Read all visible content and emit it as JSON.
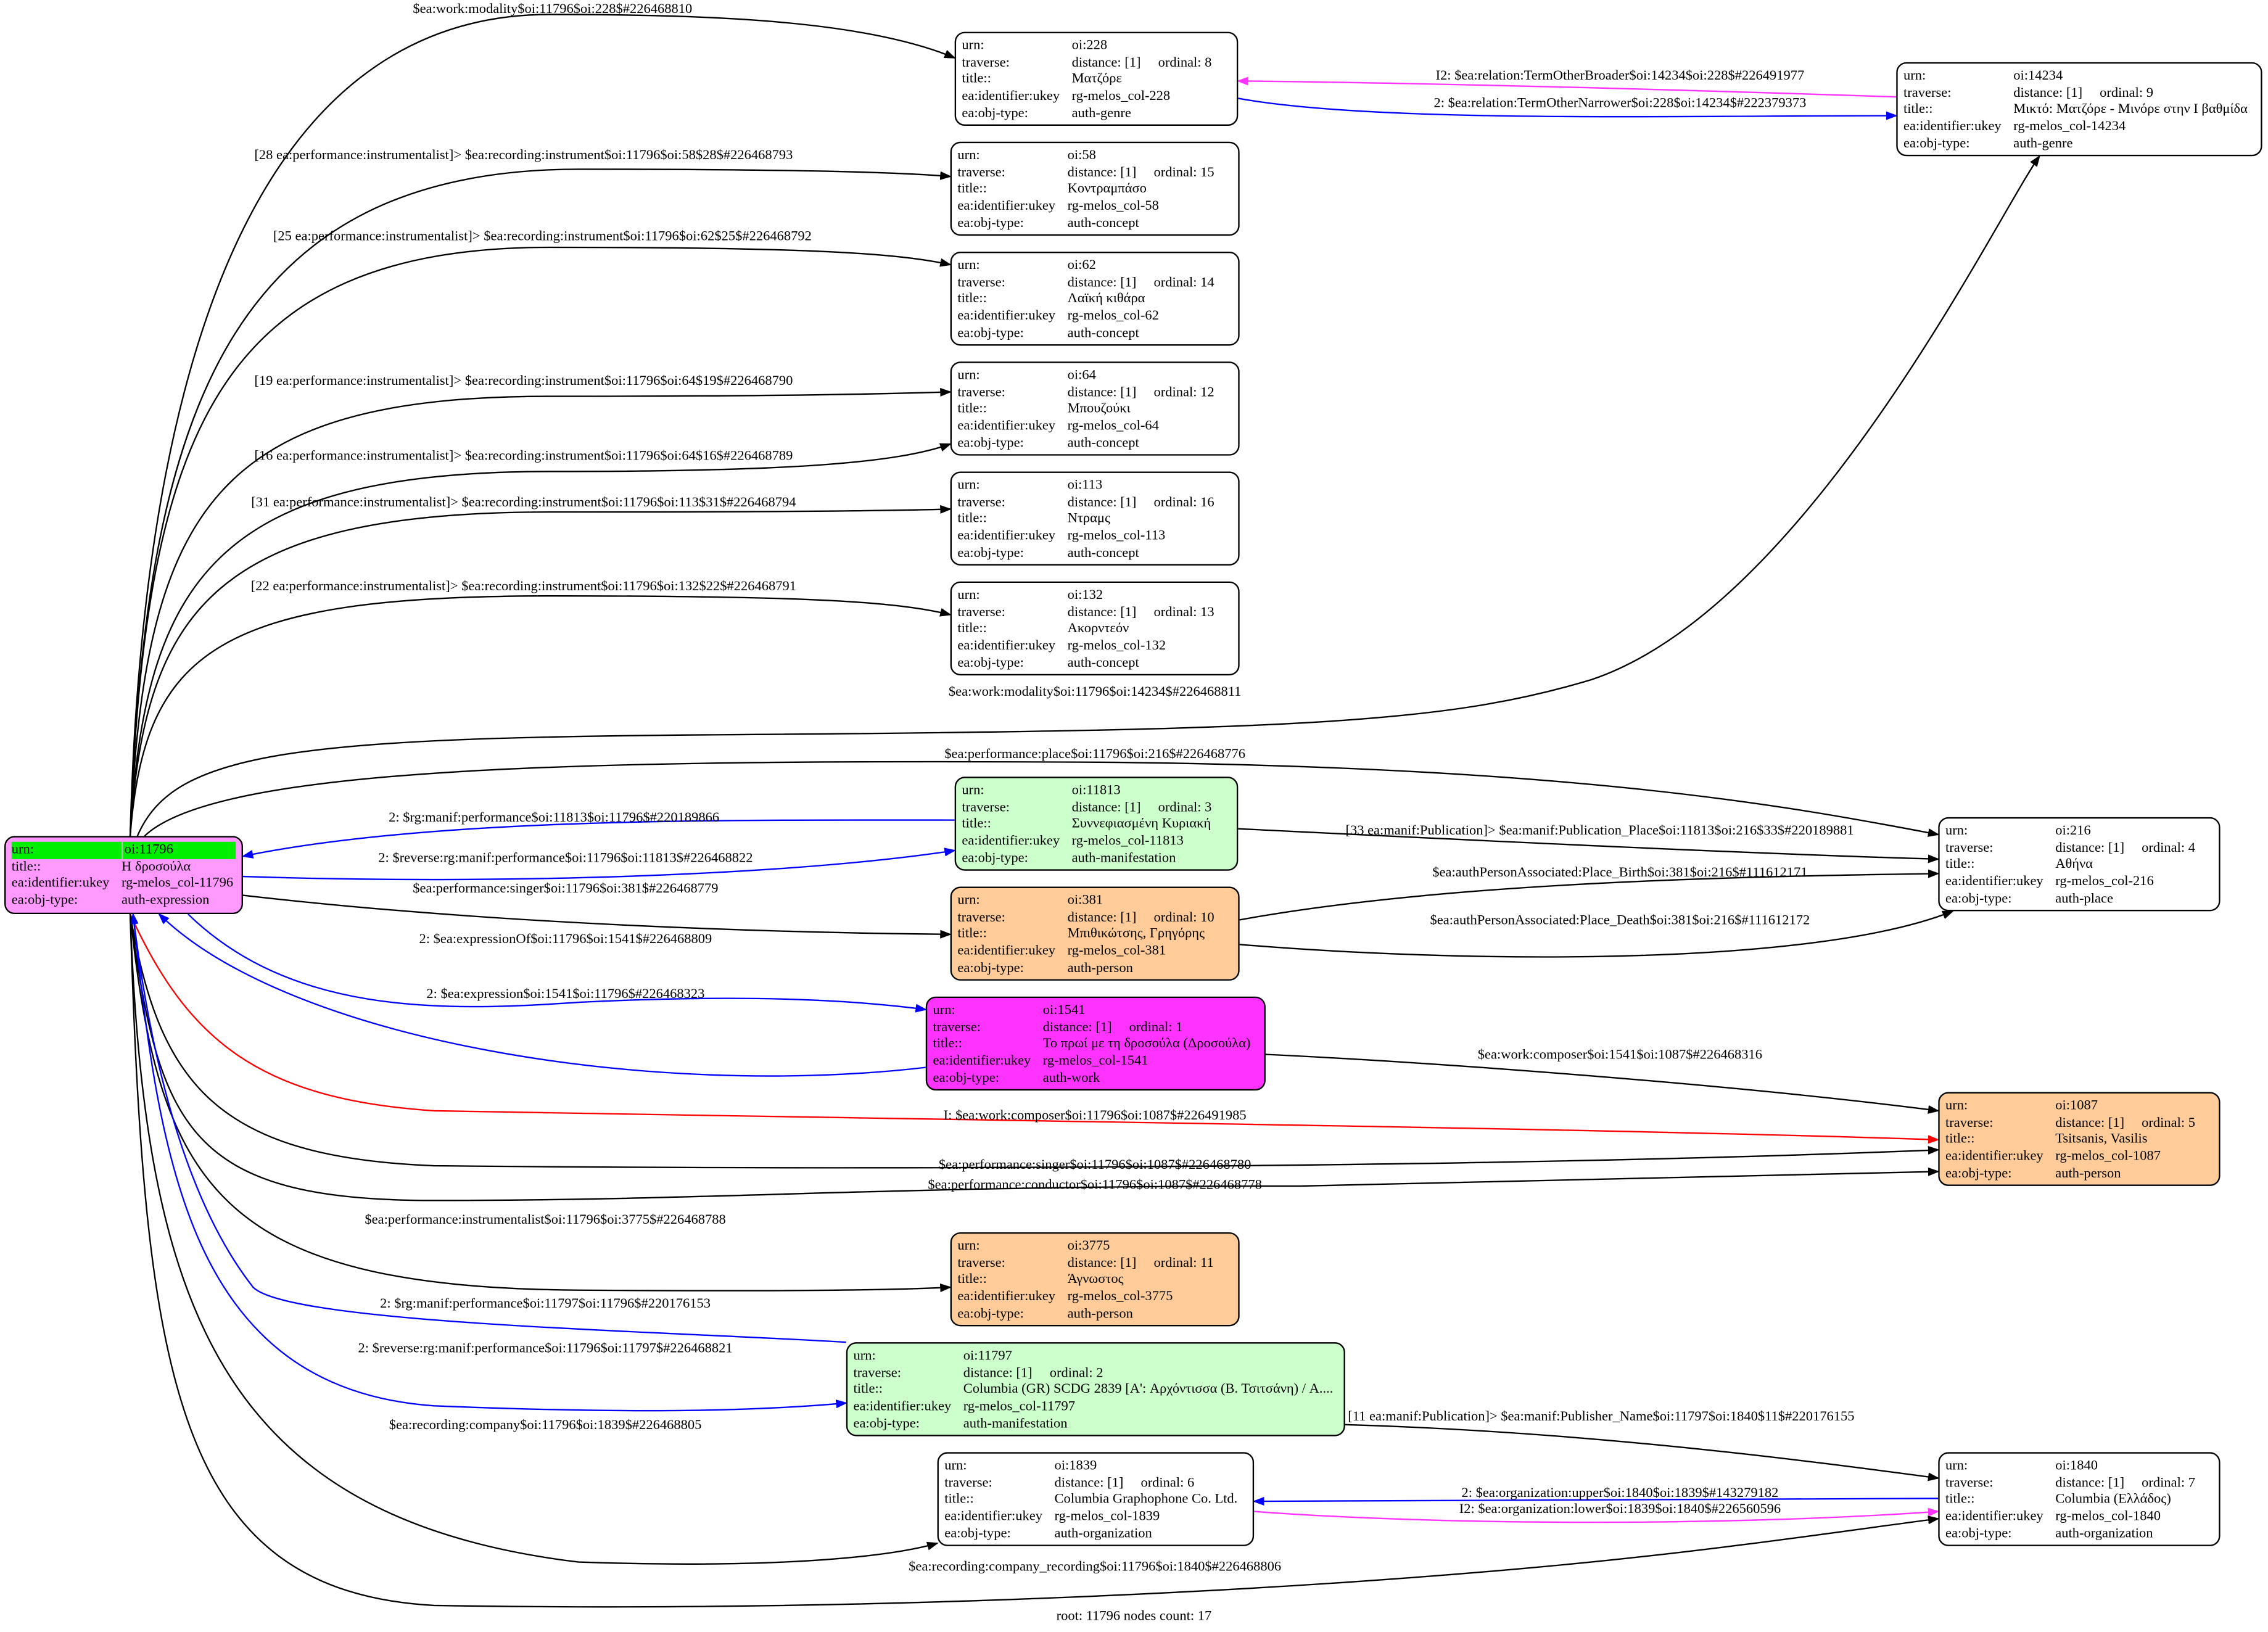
{
  "colors": {
    "expression": "#ff99ff",
    "work": "#ff33ff",
    "manifestation": "#ccffcc",
    "person": "#ffcc99",
    "default": "#ffffff",
    "root_highlight": "#00ee00",
    "blue": "#0000ff",
    "red": "#ff0000",
    "magenta": "#ff33ff",
    "black": "#000000"
  },
  "row_labels": {
    "urn": "urn:",
    "traverse": "traverse:",
    "title": "title::",
    "ukey": "ea:identifier:ukey",
    "type": "ea:obj-type:"
  },
  "nodes": [
    {
      "id": "oi-11796",
      "urn": "oi:11796",
      "title": "Η δροσούλα",
      "ukey": "rg-melos_col-11796",
      "type": "auth-expression",
      "color": "expression",
      "root": true
    },
    {
      "id": "oi-228",
      "urn": "oi:228",
      "traverse": "distance: [1]     ordinal: 8",
      "title": "Ματζόρε",
      "ukey": "rg-melos_col-228",
      "type": "auth-genre",
      "color": "default"
    },
    {
      "id": "oi-58",
      "urn": "oi:58",
      "traverse": "distance: [1]     ordinal: 15",
      "title": "Κοντραμπάσο",
      "ukey": "rg-melos_col-58",
      "type": "auth-concept",
      "color": "default"
    },
    {
      "id": "oi-62",
      "urn": "oi:62",
      "traverse": "distance: [1]     ordinal: 14",
      "title": "Λαϊκή κιθάρα",
      "ukey": "rg-melos_col-62",
      "type": "auth-concept",
      "color": "default"
    },
    {
      "id": "oi-64",
      "urn": "oi:64",
      "traverse": "distance: [1]     ordinal: 12",
      "title": "Μπουζούκι",
      "ukey": "rg-melos_col-64",
      "type": "auth-concept",
      "color": "default"
    },
    {
      "id": "oi-113",
      "urn": "oi:113",
      "traverse": "distance: [1]     ordinal: 16",
      "title": "Ντραμς",
      "ukey": "rg-melos_col-113",
      "type": "auth-concept",
      "color": "default"
    },
    {
      "id": "oi-132",
      "urn": "oi:132",
      "traverse": "distance: [1]     ordinal: 13",
      "title": "Ακορντεόν",
      "ukey": "rg-melos_col-132",
      "type": "auth-concept",
      "color": "default"
    },
    {
      "id": "oi-14234",
      "urn": "oi:14234",
      "traverse": "distance: [1]     ordinal: 9",
      "title": "Μικτό: Ματζόρε - Μινόρε στην Ι βαθμίδα",
      "ukey": "rg-melos_col-14234",
      "type": "auth-genre",
      "color": "default"
    },
    {
      "id": "oi-11813",
      "urn": "oi:11813",
      "traverse": "distance: [1]     ordinal: 3",
      "title": "Συννεφιασμένη Κυριακή",
      "ukey": "rg-melos_col-11813",
      "type": "auth-manifestation",
      "color": "manifestation"
    },
    {
      "id": "oi-381",
      "urn": "oi:381",
      "traverse": "distance: [1]     ordinal: 10",
      "title": "Μπιθικώτσης, Γρηγόρης",
      "ukey": "rg-melos_col-381",
      "type": "auth-person",
      "color": "person"
    },
    {
      "id": "oi-1541",
      "urn": "oi:1541",
      "traverse": "distance: [1]     ordinal: 1",
      "title": "Το πρωί με τη δροσούλα (Δροσούλα)",
      "ukey": "rg-melos_col-1541",
      "type": "auth-work",
      "color": "work"
    },
    {
      "id": "oi-216",
      "urn": "oi:216",
      "traverse": "distance: [1]     ordinal: 4",
      "title": "Αθήνα",
      "ukey": "rg-melos_col-216",
      "type": "auth-place",
      "color": "default"
    },
    {
      "id": "oi-1087",
      "urn": "oi:1087",
      "traverse": "distance: [1]     ordinal: 5",
      "title": "Tsitsanis, Vasilis",
      "ukey": "rg-melos_col-1087",
      "type": "auth-person",
      "color": "person"
    },
    {
      "id": "oi-3775",
      "urn": "oi:3775",
      "traverse": "distance: [1]     ordinal: 11",
      "title": "Άγνωστος",
      "ukey": "rg-melos_col-3775",
      "type": "auth-person",
      "color": "person"
    },
    {
      "id": "oi-11797",
      "urn": "oi:11797",
      "traverse": "distance: [1]     ordinal: 2",
      "title": "Columbia (GR) SCDG 2839 [A': Αρχόντισσα (Β. Τσιτσάνη) / A....",
      "ukey": "rg-melos_col-11797",
      "type": "auth-manifestation",
      "color": "manifestation"
    },
    {
      "id": "oi-1839",
      "urn": "oi:1839",
      "traverse": "distance: [1]     ordinal: 6",
      "title": "Columbia Graphophone Co. Ltd.",
      "ukey": "rg-melos_col-1839",
      "type": "auth-organization",
      "color": "default"
    },
    {
      "id": "oi-1840",
      "urn": "oi:1840",
      "traverse": "distance: [1]     ordinal: 7",
      "title": "Columbia (Ελλάδος)",
      "ukey": "rg-melos_col-1840",
      "type": "auth-organization",
      "color": "default"
    }
  ],
  "edges": [
    {
      "label": "$ea:work:modality$oi:11796$oi:228$#226468810",
      "color": "black"
    },
    {
      "label": "[28 ea:performance:instrumentalist]> $ea:recording:instrument$oi:11796$oi:58$28$#226468793",
      "color": "black"
    },
    {
      "label": "[25 ea:performance:instrumentalist]> $ea:recording:instrument$oi:11796$oi:62$25$#226468792",
      "color": "black"
    },
    {
      "label": "[19 ea:performance:instrumentalist]> $ea:recording:instrument$oi:11796$oi:64$19$#226468790",
      "color": "black"
    },
    {
      "label": "[16 ea:performance:instrumentalist]> $ea:recording:instrument$oi:11796$oi:64$16$#226468789",
      "color": "black"
    },
    {
      "label": "[31 ea:performance:instrumentalist]> $ea:recording:instrument$oi:11796$oi:113$31$#226468794",
      "color": "black"
    },
    {
      "label": "[22 ea:performance:instrumentalist]> $ea:recording:instrument$oi:11796$oi:132$22$#226468791",
      "color": "black"
    },
    {
      "label": "$ea:work:modality$oi:11796$oi:14234$#226468811",
      "color": "black"
    },
    {
      "label": "$ea:performance:place$oi:11796$oi:216$#226468776",
      "color": "black"
    },
    {
      "label": "2: $rg:manif:performance$oi:11813$oi:11796$#220189866",
      "color": "blue"
    },
    {
      "label": "2: $reverse:rg:manif:performance$oi:11796$oi:11813$#226468822",
      "color": "blue"
    },
    {
      "label": "$ea:performance:singer$oi:11796$oi:381$#226468779",
      "color": "black"
    },
    {
      "label": "2: $ea:expressionOf$oi:11796$oi:1541$#226468809",
      "color": "blue"
    },
    {
      "label": "2: $ea:expression$oi:1541$oi:11796$#226468323",
      "color": "blue"
    },
    {
      "label": "[33 ea:manif:Publication]> $ea:manif:Publication_Place$oi:11813$oi:216$33$#220189881",
      "color": "black"
    },
    {
      "label": "$ea:authPersonAssociated:Place_Birth$oi:381$oi:216$#111612171",
      "color": "black"
    },
    {
      "label": "$ea:authPersonAssociated:Place_Death$oi:381$oi:216$#111612172",
      "color": "black"
    },
    {
      "label": "$ea:work:composer$oi:1541$oi:1087$#226468316",
      "color": "black"
    },
    {
      "label": "I: $ea:work:composer$oi:11796$oi:1087$#226491985",
      "color": "red"
    },
    {
      "label": "$ea:performance:singer$oi:11796$oi:1087$#226468780",
      "color": "black"
    },
    {
      "label": "$ea:performance:conductor$oi:11796$oi:1087$#226468778",
      "color": "black"
    },
    {
      "label": "$ea:performance:instrumentalist$oi:11796$oi:3775$#226468788",
      "color": "black"
    },
    {
      "label": "2: $rg:manif:performance$oi:11797$oi:11796$#220176153",
      "color": "blue"
    },
    {
      "label": "2: $reverse:rg:manif:performance$oi:11796$oi:11797$#226468821",
      "color": "blue"
    },
    {
      "label": "$ea:recording:company$oi:11796$oi:1839$#226468805",
      "color": "black"
    },
    {
      "label": "[11 ea:manif:Publication]> $ea:manif:Publisher_Name$oi:11797$oi:1840$11$#220176155",
      "color": "black"
    },
    {
      "label": "2: $ea:organization:upper$oi:1840$oi:1839$#143279182",
      "color": "blue"
    },
    {
      "label": "I2: $ea:organization:lower$oi:1839$oi:1840$#226560596",
      "color": "magenta"
    },
    {
      "label": "$ea:recording:company_recording$oi:11796$oi:1840$#226468806",
      "color": "black"
    },
    {
      "label": "I2: $ea:relation:TermOtherBroader$oi:14234$oi:228$#226491977",
      "color": "magenta"
    },
    {
      "label": "2: $ea:relation:TermOtherNarrower$oi:228$oi:14234$#222379373",
      "color": "blue"
    }
  ],
  "footer": "root: 11796 nodes count: 17"
}
